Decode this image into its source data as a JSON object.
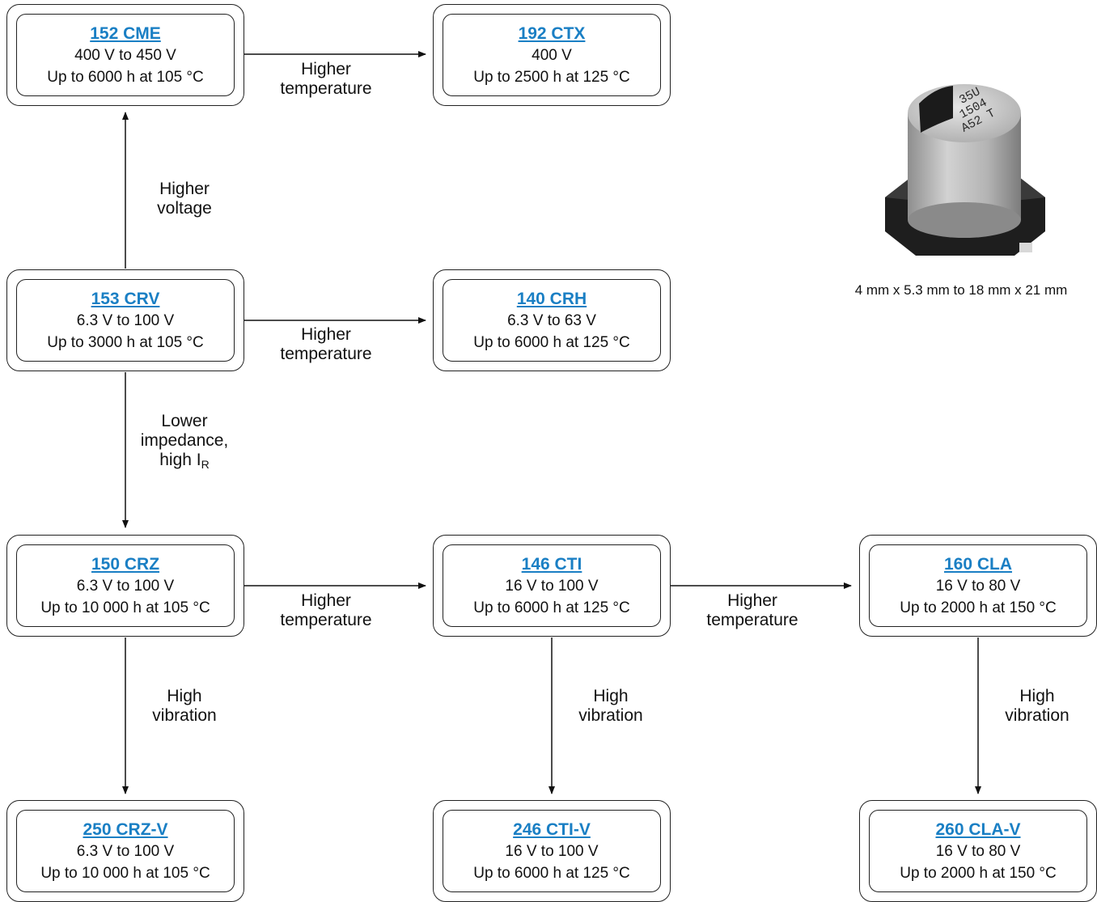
{
  "boxes": {
    "cme": {
      "title": "152 CME",
      "voltage": "400 V to 450 V",
      "life": "Up to 6000 h at 105 °C"
    },
    "ctx": {
      "title": "192 CTX",
      "voltage": "400 V",
      "life": "Up to 2500 h at 125 °C"
    },
    "crv": {
      "title": "153 CRV",
      "voltage": "6.3 V to 100 V",
      "life": "Up to 3000 h at 105 °C"
    },
    "crh": {
      "title": "140 CRH",
      "voltage": "6.3 V to 63 V",
      "life": "Up to 6000 h at 125 °C"
    },
    "crz": {
      "title": "150 CRZ",
      "voltage": "6.3 V to 100 V",
      "life": "Up to 10 000 h at 105 °C"
    },
    "cti": {
      "title": "146 CTI",
      "voltage": "16 V to 100 V",
      "life": "Up to 6000 h at 125 °C"
    },
    "cla": {
      "title": "160 CLA",
      "voltage": "16 V to 80 V",
      "life": "Up to 2000 h at 150 °C"
    },
    "crz_v": {
      "title": "250 CRZ-V",
      "voltage": "6.3 V to 100 V",
      "life": "Up to 10 000 h at 105 °C"
    },
    "cti_v": {
      "title": "246 CTI-V",
      "voltage": "16 V to 100 V",
      "life": "Up to 6000 h at 125 °C"
    },
    "cla_v": {
      "title": "260 CLA-V",
      "voltage": "16 V to 80 V",
      "life": "Up to 2000 h at 150 °C"
    }
  },
  "labels": {
    "cme_ctx": [
      "Higher",
      "temperature"
    ],
    "crv_cme": [
      "Higher",
      "voltage"
    ],
    "crv_crh": [
      "Higher",
      "temperature"
    ],
    "crv_crz": {
      "line1": "Lower",
      "line2": "impedance,",
      "line3": "high I",
      "sub": "R"
    },
    "crz_cti": [
      "Higher",
      "temperature"
    ],
    "cti_cla": [
      "Higher",
      "temperature"
    ],
    "crz_crzv": [
      "High",
      "vibration"
    ],
    "cti_ctiv": [
      "High",
      "vibration"
    ],
    "cla_clav": [
      "High",
      "vibration"
    ]
  },
  "photo": {
    "marking": [
      "35U",
      "1504",
      "A52 T"
    ],
    "caption": "4 mm x 5.3 mm to 18 mm x 21 mm",
    "colors": {
      "can": "#b9b9b9",
      "base": "#1e1e1e",
      "link": "#1a7fc4"
    }
  }
}
